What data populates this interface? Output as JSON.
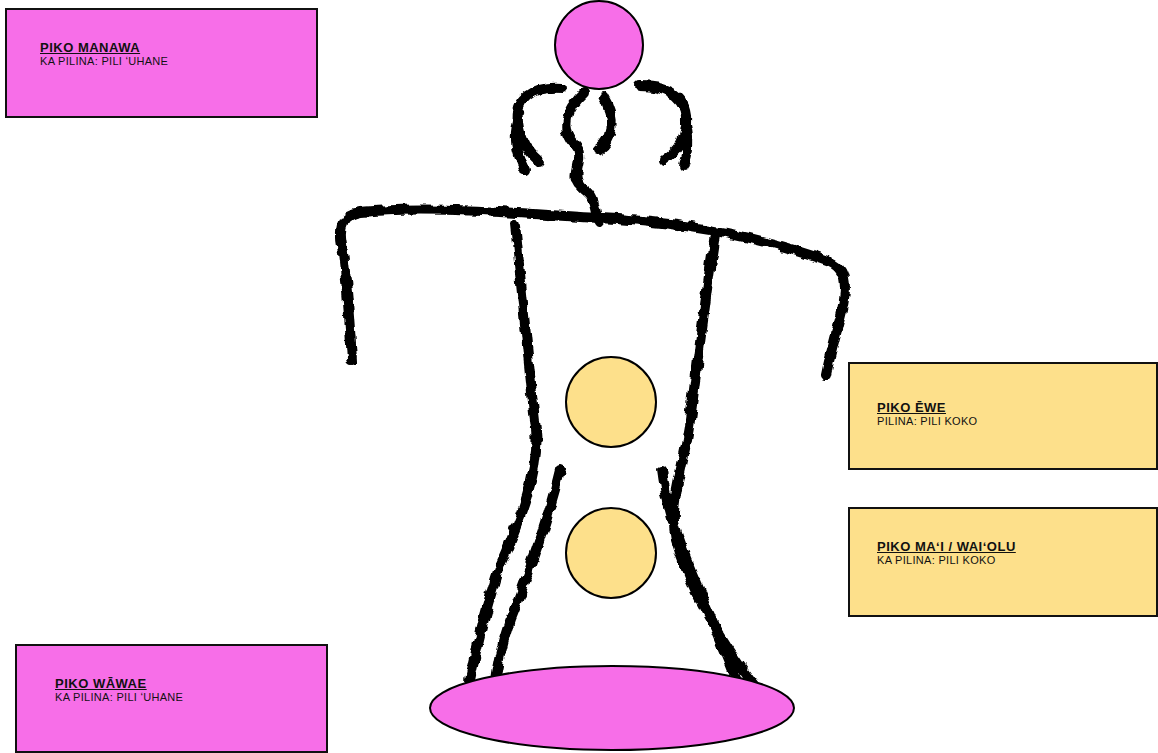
{
  "diagram": {
    "nodes": [
      {
        "text": [
          "PIKO MANAWA",
          "KA PILINA: PILI ʻUHANE"
        ]
      },
      {
        "text": [
          "PIKO ĒWE",
          "PILINA: PILI KOKO"
        ]
      },
      {
        "text": [
          "PIKO MAʻI / WAIʻOLU",
          "KA PILINA: PILI KOKO"
        ]
      },
      {
        "text": [
          "PIKO WĀWAE",
          "KA PILINA: PILI ʻUHANE"
        ]
      }
    ]
  }
}
